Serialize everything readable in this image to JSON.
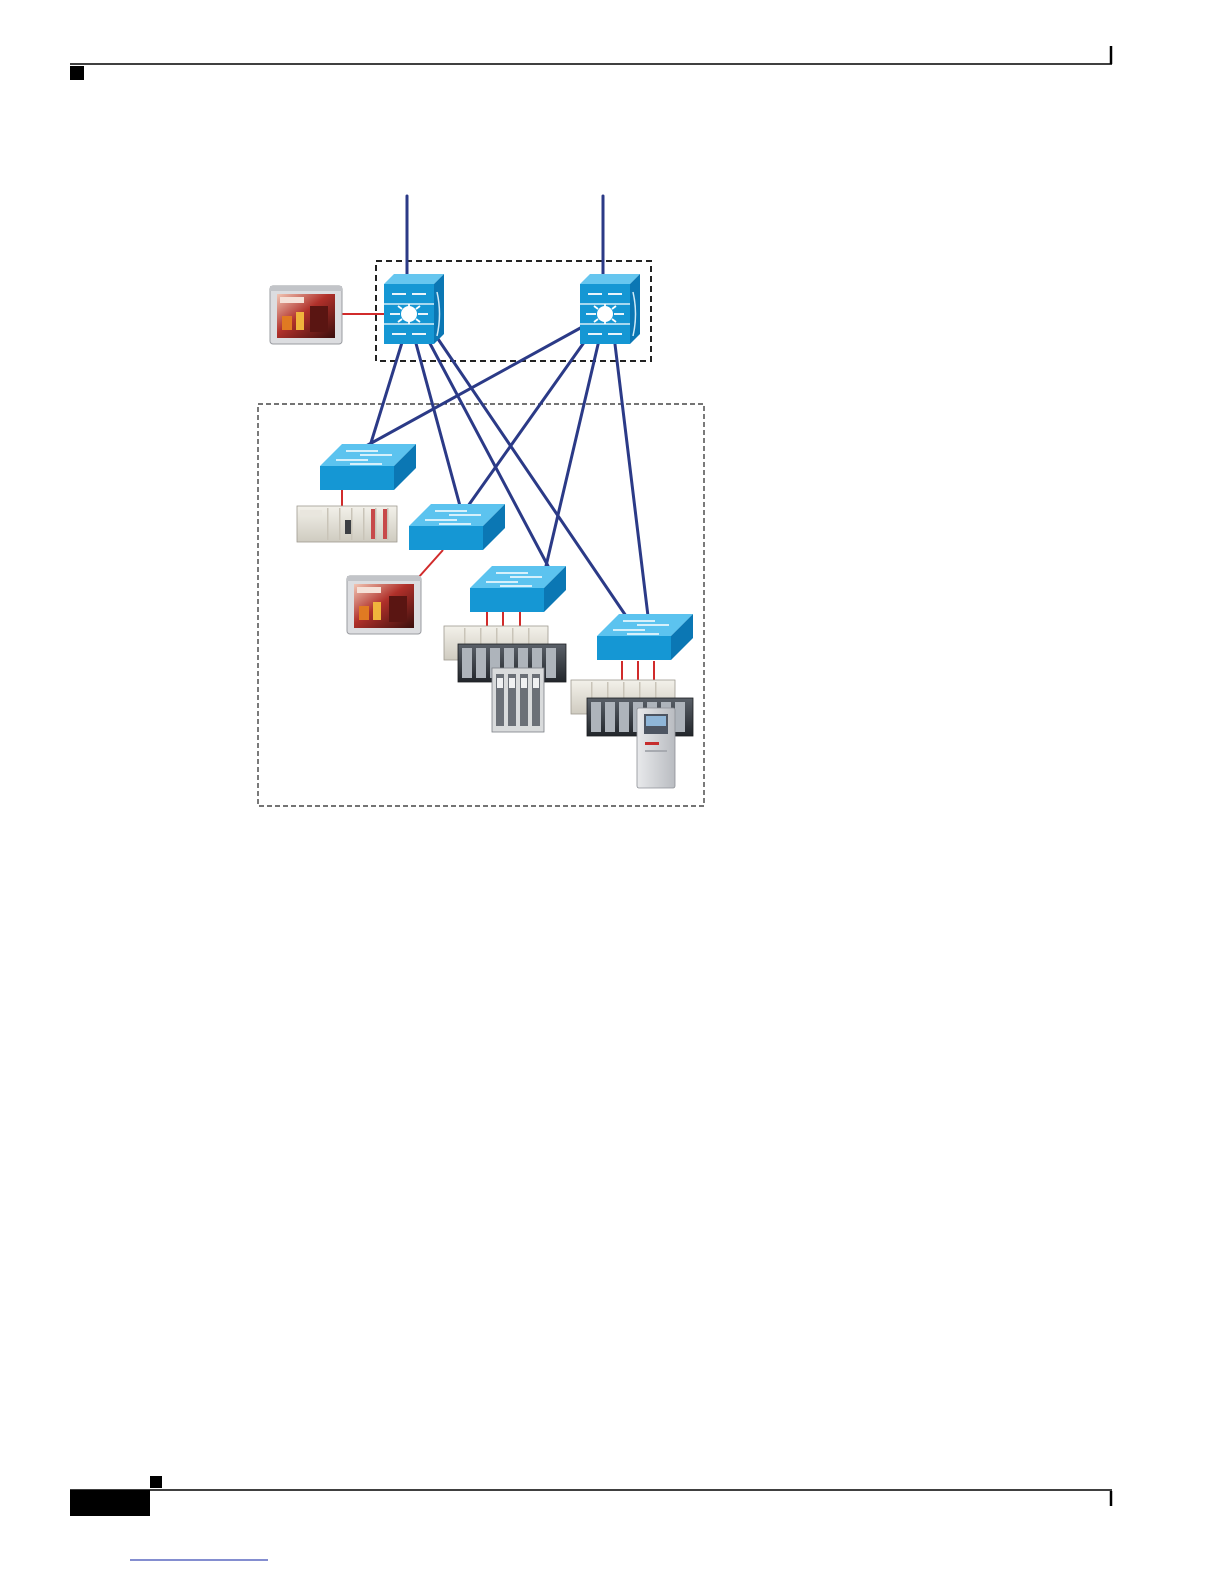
{
  "colors": {
    "uplink": "#2b3a87",
    "device_link": "#d12b2b",
    "switch_top": "#5cc3ef",
    "switch_front": "#1597d4",
    "switch_side": "#0b77b4",
    "dashed_border": "#222222",
    "footer_link": "#3b4bb3"
  },
  "icons": {
    "core_switch": "layer3-switch-icon",
    "access_switch": "workgroup-switch-icon",
    "hmi": "hmi-touchscreen-icon",
    "plc": "plc-rack-icon",
    "io": "distributed-io-icon",
    "drive": "ac-drive-icon"
  },
  "diagram": {
    "core_switches": [
      {
        "id": "core-1"
      },
      {
        "id": "core-2"
      }
    ],
    "access_switches": [
      {
        "id": "access-1"
      },
      {
        "id": "access-2"
      },
      {
        "id": "access-3"
      },
      {
        "id": "access-4"
      }
    ],
    "devices": [
      {
        "id": "hmi-core",
        "type": "hmi"
      },
      {
        "id": "plc-1",
        "type": "plc"
      },
      {
        "id": "hmi-2",
        "type": "hmi"
      },
      {
        "id": "plc-3",
        "type": "plc"
      },
      {
        "id": "io-3",
        "type": "io"
      },
      {
        "id": "plc-4",
        "type": "plc"
      },
      {
        "id": "drive-4",
        "type": "drive"
      }
    ],
    "links": [
      {
        "from": "uplink-1",
        "to": "core-1",
        "kind": "uplink"
      },
      {
        "from": "uplink-2",
        "to": "core-2",
        "kind": "uplink"
      },
      {
        "from": "core-1",
        "to": "access-1",
        "kind": "uplink"
      },
      {
        "from": "core-1",
        "to": "access-2",
        "kind": "uplink"
      },
      {
        "from": "core-1",
        "to": "access-3",
        "kind": "uplink"
      },
      {
        "from": "core-1",
        "to": "access-4",
        "kind": "uplink"
      },
      {
        "from": "core-2",
        "to": "access-1",
        "kind": "uplink"
      },
      {
        "from": "core-2",
        "to": "access-2",
        "kind": "uplink"
      },
      {
        "from": "core-2",
        "to": "access-3",
        "kind": "uplink"
      },
      {
        "from": "core-2",
        "to": "access-4",
        "kind": "uplink"
      },
      {
        "from": "hmi-core",
        "to": "core-1",
        "kind": "device"
      },
      {
        "from": "access-1",
        "to": "plc-1",
        "kind": "device"
      },
      {
        "from": "access-2",
        "to": "hmi-2",
        "kind": "device"
      },
      {
        "from": "access-3",
        "to": "plc-3",
        "kind": "device"
      },
      {
        "from": "access-4",
        "to": "plc-4",
        "kind": "device"
      }
    ]
  }
}
